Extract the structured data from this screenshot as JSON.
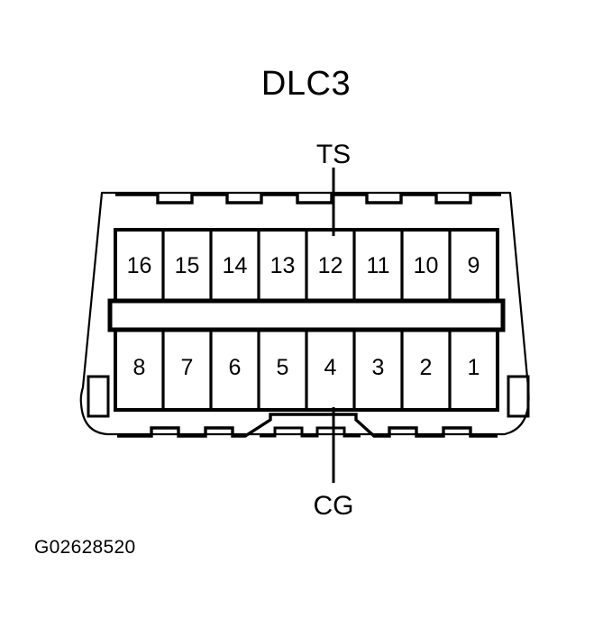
{
  "diagram": {
    "title": "DLC3",
    "reference_code": "G02628520",
    "background_color": "#ffffff",
    "line_color": "#000000"
  },
  "leaders": {
    "top": {
      "label": "TS",
      "points_to_pin": "12"
    },
    "bottom": {
      "label": "CG",
      "points_to_pin": "4"
    }
  },
  "connector": {
    "name": "DLC3",
    "pin_count": 16,
    "top_row": [
      {
        "number": "16"
      },
      {
        "number": "15"
      },
      {
        "number": "14"
      },
      {
        "number": "13"
      },
      {
        "number": "12"
      },
      {
        "number": "11"
      },
      {
        "number": "10"
      },
      {
        "number": "9"
      }
    ],
    "bottom_row": [
      {
        "number": "8"
      },
      {
        "number": "7"
      },
      {
        "number": "6"
      },
      {
        "number": "5"
      },
      {
        "number": "4"
      },
      {
        "number": "3"
      },
      {
        "number": "2"
      },
      {
        "number": "1"
      }
    ]
  }
}
